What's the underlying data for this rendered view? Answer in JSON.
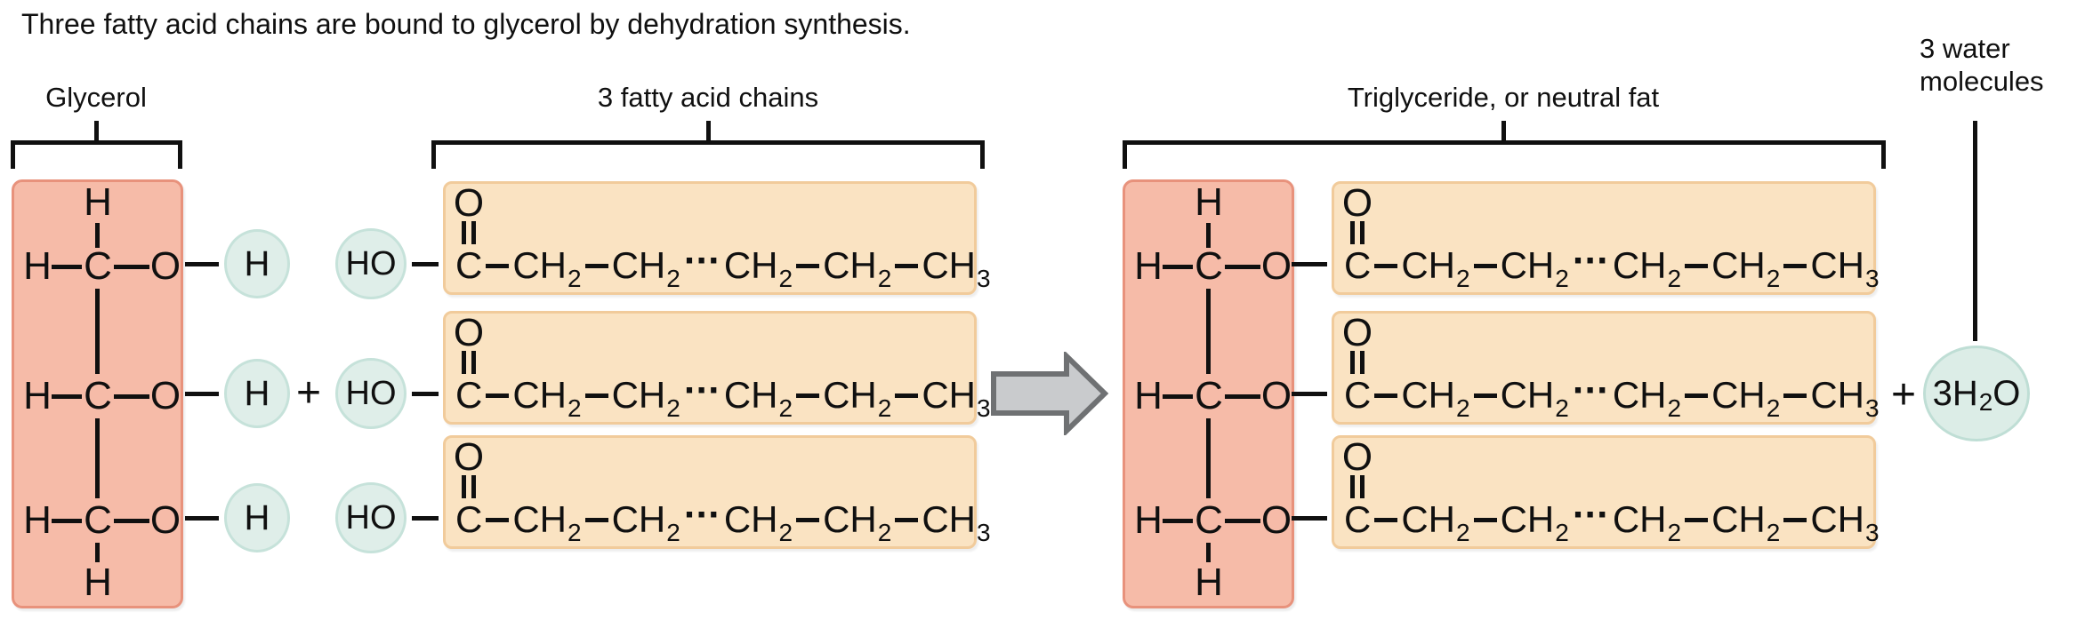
{
  "title": "Three fatty acid chains are bound to glycerol by dehydration synthesis.",
  "section_labels": {
    "glycerol": "Glycerol",
    "fatty_acids": "3 fatty acid chains",
    "triglyceride": "Triglyceride, or neutral fat",
    "water_line1": "3 water",
    "water_line2": "molecules"
  },
  "atoms": {
    "hydrogen": "H",
    "carbon": "C",
    "oxygen": "O",
    "hydroxyl": "HO"
  },
  "chain": {
    "carbonyl_oxygen": "O",
    "carbon": "C",
    "methylene": "CH",
    "sub_two": "2",
    "sub_three": "3",
    "ellipsis": "···"
  },
  "operators": {
    "plus": "+"
  },
  "water": {
    "coefficient": "3H",
    "sub": "2",
    "oxygen": "O"
  },
  "colors": {
    "glycerol_fill": "#f6bba8",
    "glycerol_border": "#e8927c",
    "chain_fill": "#fae3c2",
    "chain_border": "#f1cb9b",
    "circle_fill": "#dfeee9",
    "circle_border": "#c6e2da",
    "arrow_fill": "#c9cbcd",
    "arrow_border": "#6f7173",
    "ink": "#101010"
  }
}
